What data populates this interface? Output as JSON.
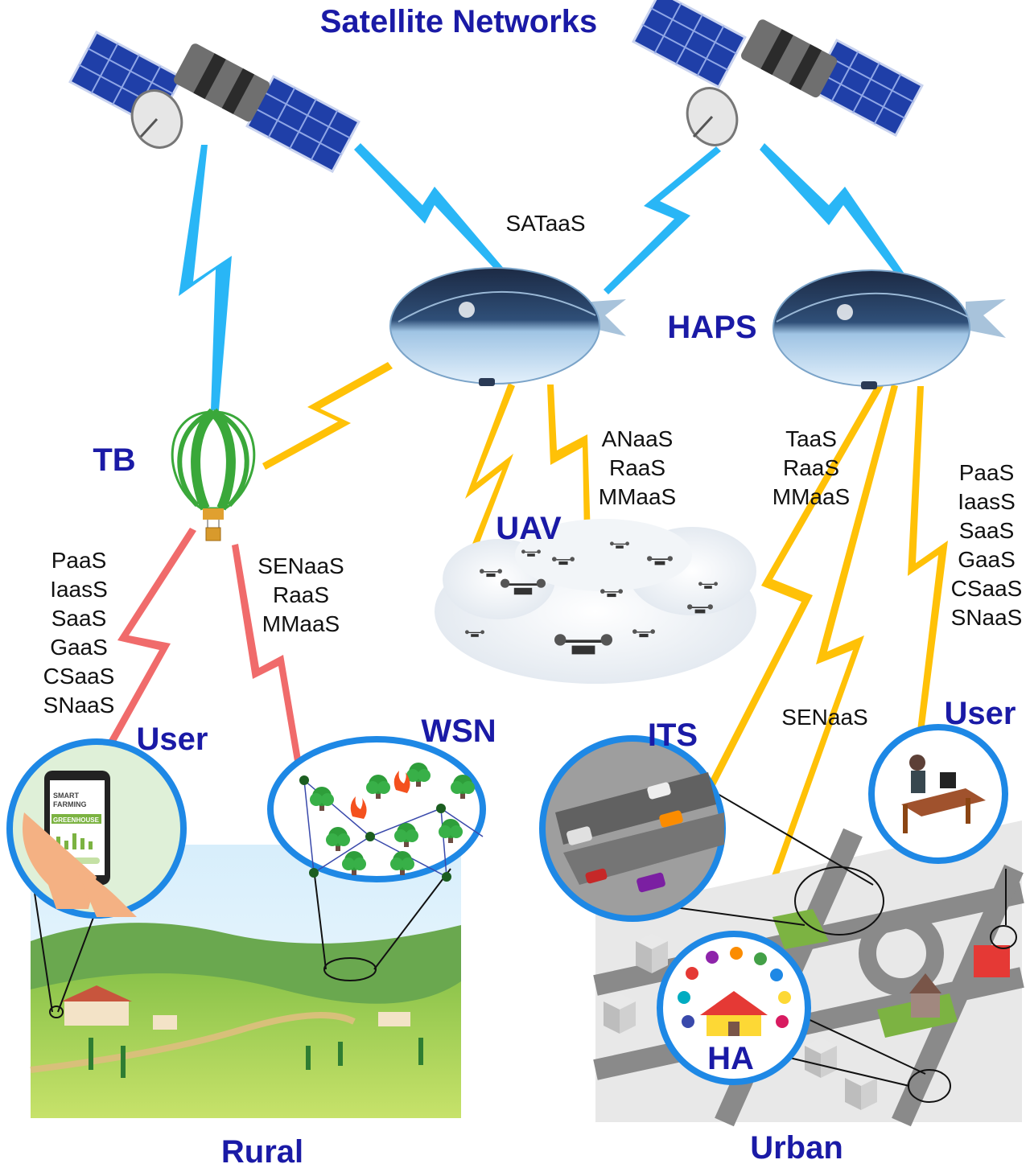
{
  "title": "Satellite Networks",
  "labels": {
    "sataas": "SATaaS",
    "haps": "HAPS",
    "tb": "TB",
    "uav": "UAV",
    "wsn": "WSN",
    "its": "ITS",
    "ha": "HA",
    "user_left": "User",
    "user_right": "User",
    "rural": "Rural",
    "urban": "Urban",
    "senaas_urban": "SENaaS"
  },
  "service_lists": {
    "tb_user": [
      "PaaS",
      "IaasS",
      "SaaS",
      "GaaS",
      "CSaaS",
      "SNaaS"
    ],
    "tb_wsn": [
      "SENaaS",
      "RaaS",
      "MMaaS"
    ],
    "haps_uav": [
      "ANaaS",
      "RaaS",
      "MMaaS"
    ],
    "haps_its": [
      "TaaS",
      "RaaS",
      "MMaaS"
    ],
    "haps_user": [
      "PaaS",
      "IaasS",
      "SaaS",
      "GaaS",
      "CSaaS",
      "SNaaS"
    ]
  },
  "phone_screen": {
    "line1": "SMART",
    "line2": "FARMING",
    "banner": "GREENHOUSE"
  },
  "colors": {
    "title_blue": "#1a1aa6",
    "satellite_link": "#29b6f6",
    "haps_link": "#ffc107",
    "tb_link": "#f06b6b",
    "circle_ring": "#1e88e5"
  }
}
